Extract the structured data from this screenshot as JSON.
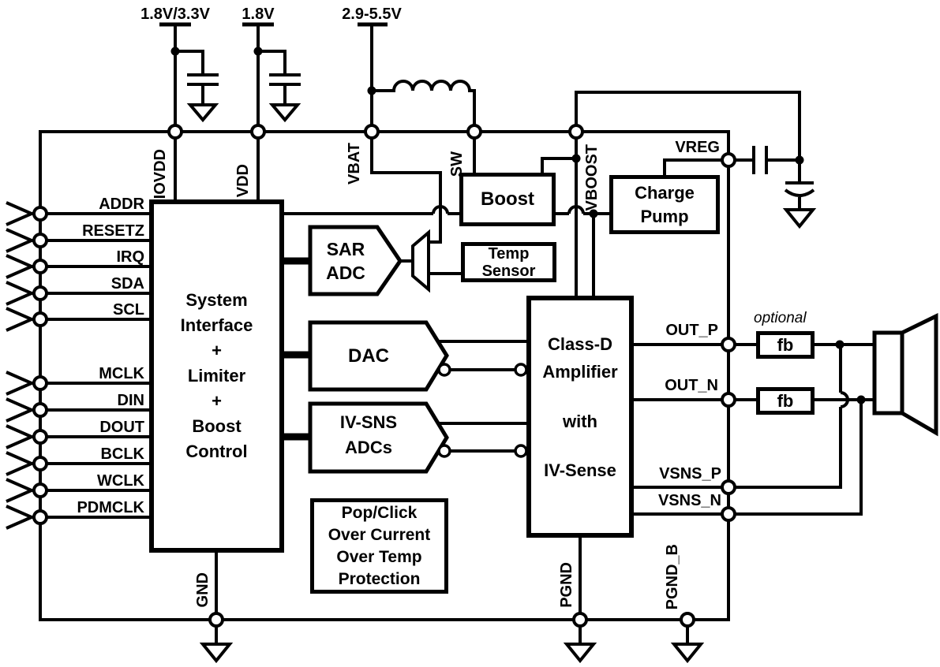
{
  "supplies": {
    "iovdd_rail": "1.8V/3.3V",
    "vdd_rail": "1.8V",
    "vbat_rail": "2.9-5.5V"
  },
  "pins": {
    "top": [
      "IOVDD",
      "VDD",
      "VBAT",
      "SW",
      "VBOOST"
    ],
    "vreg": "VREG",
    "left": [
      "ADDR",
      "RESETZ",
      "IRQ",
      "SDA",
      "SCL",
      "MCLK",
      "DIN",
      "DOUT",
      "BCLK",
      "WCLK",
      "PDMCLK"
    ],
    "right": [
      "OUT_P",
      "OUT_N",
      "VSNS_P",
      "VSNS_N"
    ],
    "bottom": [
      "GND",
      "PGND",
      "PGND_B"
    ]
  },
  "blocks": {
    "system_interface": [
      "System",
      "Interface",
      "+",
      "Limiter",
      "+",
      "Boost",
      "Control"
    ],
    "sar_adc": [
      "SAR",
      "ADC"
    ],
    "dac": "DAC",
    "iv_sns": [
      "IV-SNS",
      "ADCs"
    ],
    "boost": "Boost",
    "temp_sensor": [
      "Temp",
      "Sensor"
    ],
    "charge_pump": [
      "Charge",
      "Pump"
    ],
    "class_d": [
      "Class-D",
      "Amplifier",
      "with",
      "IV-Sense"
    ],
    "protection": [
      "Pop/Click",
      "Over Current",
      "Over Temp",
      "Protection"
    ],
    "fb": "fb"
  },
  "annotations": {
    "optional": "optional"
  },
  "colors": {
    "ink": "#000000",
    "paper": "#ffffff"
  }
}
